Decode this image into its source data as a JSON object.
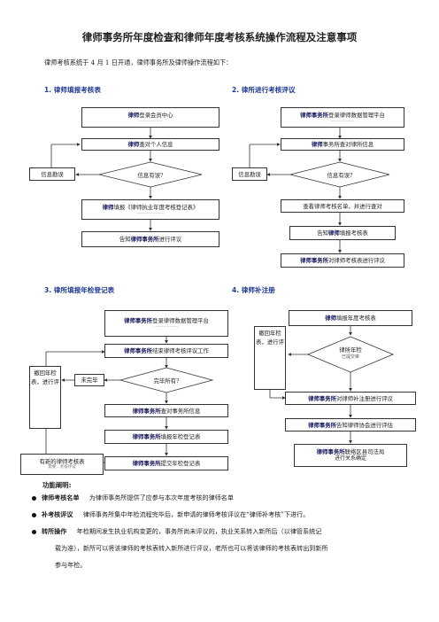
{
  "title": "律师事务所年度检查和律师年度考核系统操作流程及注意事项",
  "intro": "律师考核系统于 4 月 1 日开通，律师事务所及律师操作流程如下：",
  "sections": {
    "s1": "1.   律师填报考核表",
    "s2": "2.  律所进行考核评议",
    "s3": "3.  律所填报年检登记表",
    "s4": "4.  律师补注册"
  },
  "flow1": {
    "login_bold": "律师",
    "login_rest": "登录会员中心",
    "login_sub": "...................",
    "check_bold": "律师",
    "check_rest": "查对个人信息",
    "decision": "信息有误?",
    "error": "信息勘误",
    "fill_bold": "律师",
    "fill_rest": "填报《律师执业年度考核登记表》",
    "fill_sub": "......................",
    "notify_pre": "告知",
    "notify_bold": "律师事务所",
    "notify_rest": "进行评议"
  },
  "flow2": {
    "login_bold": "律师事务所",
    "login_rest": "登录律师数据管理平台",
    "login_sub": "...................",
    "check_bold": "律师",
    "check_rest": "事务所查对律所信息",
    "decision": "信息有误?",
    "error": "信息勘误",
    "view": "查看律师考核名单，并进行查对",
    "notify_pre": "告知",
    "notify_bold": "律师",
    "notify_rest": "填报考核表",
    "review_bold": "律师事务所",
    "review_rest": "对律师考核表进行评议"
  },
  "flow3": {
    "login_bold": "律师事务所",
    "login_rest": "登录律师数据管理平台",
    "login_sub": "...................",
    "end_bold": "律师事务所",
    "end_rest": "结束律师考核评议工作",
    "decision": "完毕所有?",
    "unfinished": "未完毕",
    "back_text": "撤回年检表，进行评",
    "check_bold": "律师事务所",
    "check_rest": "查对事务所信息",
    "fill_bold": "律师事务所",
    "fill_rest": "填报年检登记表",
    "submit_bold": "律师事务所",
    "submit_rest": "提交年检登记表",
    "new_lawyer": "有新的律师考核表",
    "new_lawyer_sub": "需要…考核评议"
  },
  "flow4": {
    "fill_bold": "律师",
    "fill_rest": "填报年度考核表",
    "back_text": "撤回年检表，进行评",
    "decision": "律所年检",
    "decision_sub": "已提交审",
    "review_bold": "律师事务所",
    "review_rest": "对律师补注册进行评议",
    "notify_bold": "律师事务所",
    "notify_rest": "告知律师协会进行评估",
    "contact_bold": "律师事务所",
    "contact_rest": "联络区县司法局",
    "contact_sub": "进行关系确定"
  },
  "functions": {
    "heading": "功能阐明:",
    "items": [
      {
        "label": "律师考核名单",
        "text": "为律师事务所提供了应参与本次年度考核的律师名单"
      },
      {
        "label": "补考核评议",
        "text": "律师事务所集中年检流程完毕后，新申请的律师考核评议在“律师补考核”下进行。"
      },
      {
        "label": "转所操作",
        "text": "年检期间发生执业机构变更的，事务所尚未评议的，执业关系转入新所后（以律管系统记"
      }
    ],
    "cont1": "载为准），新所可以将该律师的考核表转入新所进行评议，老所也可以将该律师的考核表转出到新所",
    "cont2": "参与年检。"
  }
}
